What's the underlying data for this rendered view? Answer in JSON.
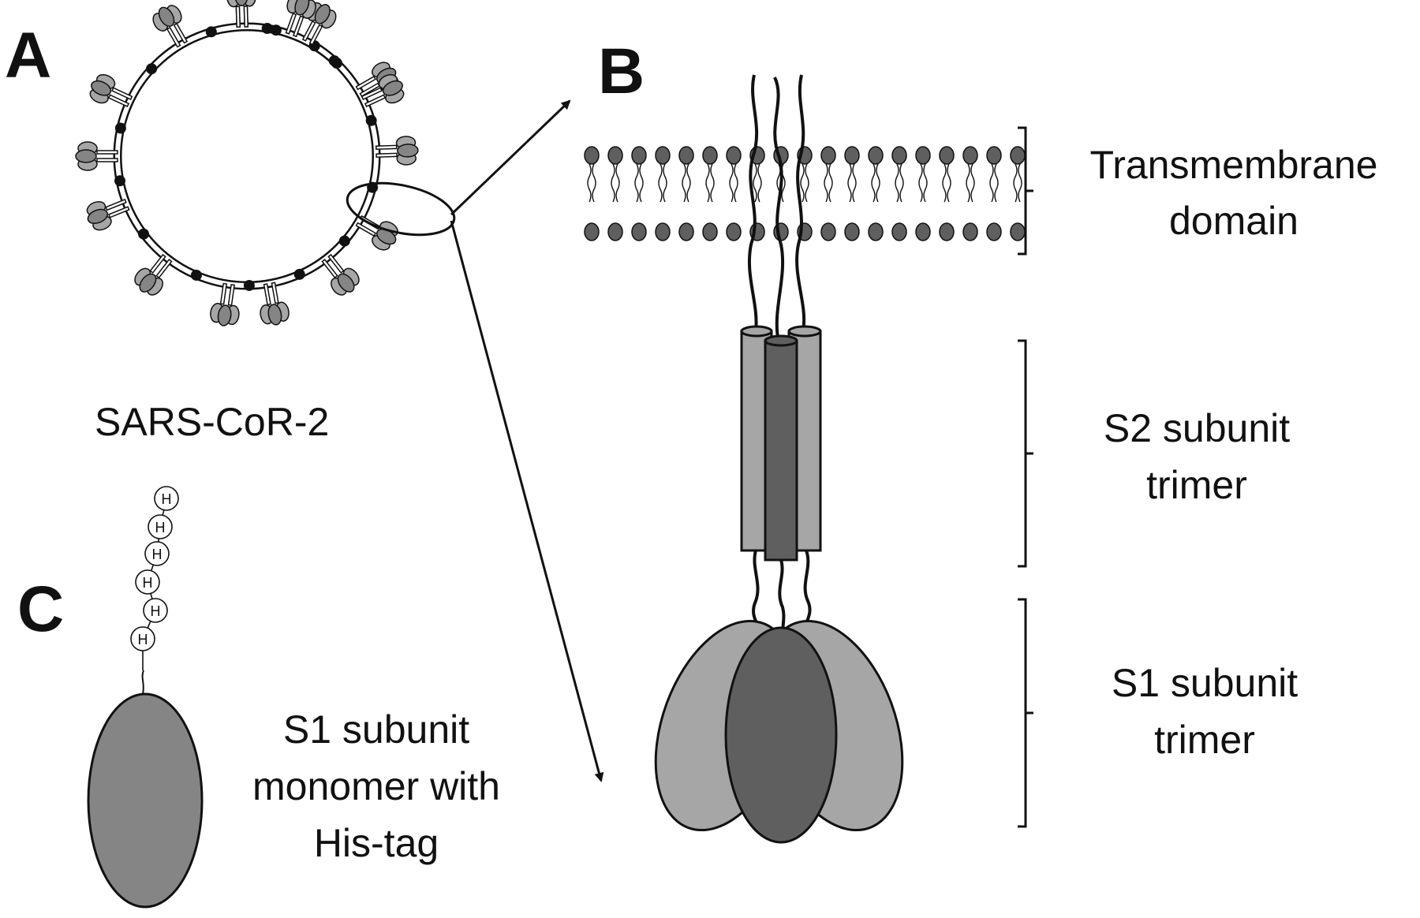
{
  "panels": {
    "a": "A",
    "b": "B",
    "c": "C"
  },
  "virus_label": "SARS-CoR-2",
  "brackets": [
    {
      "lines": [
        "Transmembrane",
        "domain"
      ]
    },
    {
      "lines": [
        "S2 subunit",
        "trimer"
      ]
    },
    {
      "lines": [
        "S1 subunit",
        "trimer"
      ]
    }
  ],
  "monomer_label": {
    "lines": [
      "S1 subunit",
      "monomer with",
      "His-tag"
    ]
  },
  "his_tag": {
    "residue_letter": "H",
    "count": 6
  },
  "colors": {
    "dark_gray": "#5f5f5f",
    "light_gray": "#a6a6a6",
    "mid_gray": "#858585",
    "outline": "#111111"
  }
}
